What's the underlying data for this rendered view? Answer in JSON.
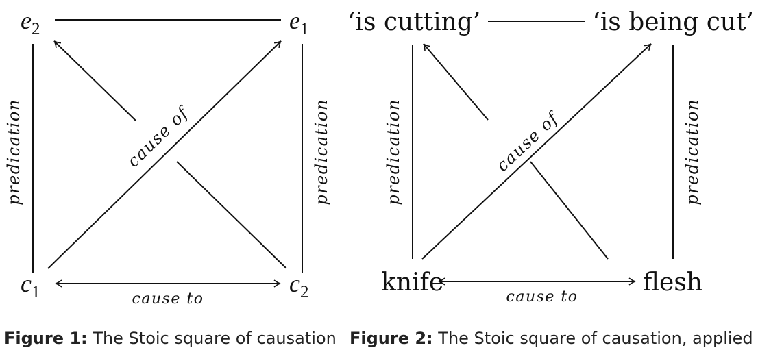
{
  "figure1": {
    "nodes": {
      "e2": {
        "base": "e",
        "sub": "2"
      },
      "e1": {
        "base": "e",
        "sub": "1"
      },
      "c1": {
        "base": "c",
        "sub": "1"
      },
      "c2": {
        "base": "c",
        "sub": "2"
      }
    },
    "labels": {
      "left_vertical": "predication",
      "right_vertical": "predication",
      "diagonal": "cause of",
      "bottom": "cause to"
    },
    "caption": {
      "label": "Figure 1:",
      "text": " The Stoic square of causation"
    }
  },
  "figure2": {
    "nodes": {
      "top_left": "‘is cutting’",
      "top_right": "‘is being cut’",
      "bottom_left": "knife",
      "bottom_right": "flesh"
    },
    "labels": {
      "left_vertical": "predication",
      "right_vertical": "predication",
      "diagonal": "cause of",
      "bottom": "cause to"
    },
    "caption": {
      "label": "Figure 2:",
      "text": " The Stoic square of causation, applied"
    }
  }
}
